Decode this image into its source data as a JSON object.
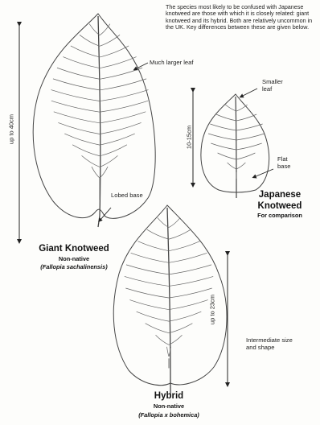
{
  "intro": "The species most likely to be confused with Japanese knotweed are those with which it is closely related: giant knotweed and its hybrid. Both are relatively uncommon in the UK.  Key differences between these are given below.",
  "giant": {
    "name": "Giant Knotweed",
    "status": "Non-native",
    "latin": "(Fallopia sachalinensis)",
    "size": "up to 40cm",
    "note_leaf": "Much larger leaf",
    "note_base": "Lobed base"
  },
  "japanese": {
    "name_line1": "Japanese",
    "name_line2": "Knotweed",
    "sub": "For comparison",
    "size": "10-15cm",
    "note_leaf": "Smaller leaf",
    "note_base": "Flat base"
  },
  "hybrid": {
    "name": "Hybrid",
    "status": "Non-native",
    "latin": "(Fallopia x bohemica)",
    "size": "up to 23cm",
    "note": "Intermediate size and shape"
  }
}
